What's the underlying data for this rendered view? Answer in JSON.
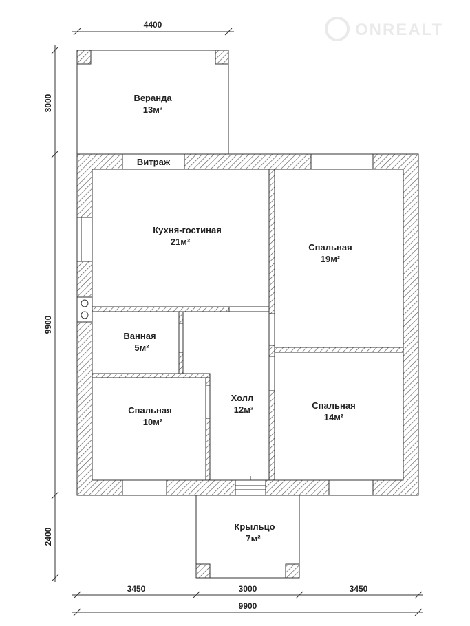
{
  "logo": {
    "text": "ONREALT"
  },
  "rooms": {
    "veranda": {
      "name": "Веранда",
      "area": "13м²"
    },
    "kitchen": {
      "name": "Кухня-гостиная",
      "area": "21м²"
    },
    "bedroom_big": {
      "name": "Спальная",
      "area": "19м²"
    },
    "bath": {
      "name": "Ванная",
      "area": "5м²"
    },
    "bedroom_small": {
      "name": "Спальная",
      "area": "10м²"
    },
    "hall": {
      "name": "Холл",
      "area": "12м²"
    },
    "bedroom_mid": {
      "name": "Спальная",
      "area": "14м²"
    },
    "porch": {
      "name": "Крыльцо",
      "area": "7м²"
    }
  },
  "vitrazh": "Витраж",
  "dimensions": {
    "top": "4400",
    "left_veranda": "3000",
    "left_house": "9900",
    "left_porch": "2400",
    "bottom_left": "3450",
    "bottom_mid": "3000",
    "bottom_right": "3450",
    "bottom_total": "9900"
  }
}
